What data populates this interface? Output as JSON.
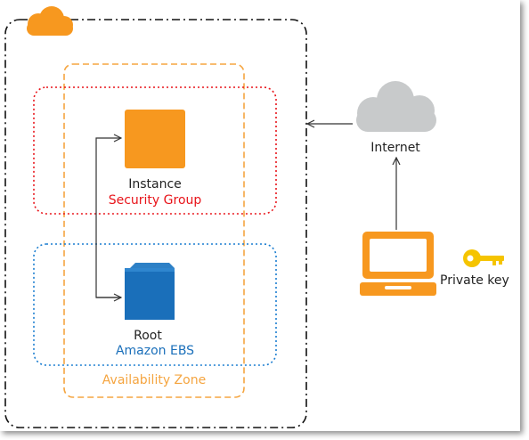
{
  "instance": {
    "label": "Instance",
    "security_group_label": "Security Group"
  },
  "ebs": {
    "label": "Root",
    "sublabel": "Amazon EBS"
  },
  "availability_zone": {
    "label": "Availability Zone"
  },
  "internet": {
    "label": "Internet"
  },
  "client": {
    "key_label": "Private key"
  },
  "colors": {
    "aws_orange": "#f7981f",
    "security_red": "#e8141a",
    "ebs_blue": "#1a6fba",
    "az_orange": "#f5a540",
    "cloud_gray": "#c8cacb",
    "key_yellow": "#f5c400",
    "line_dark": "#333333",
    "text_dark": "#222222"
  },
  "icons": {
    "aws_cloud": "aws-cloud-icon",
    "instance": "instance-icon",
    "ebs_volume": "ebs-volume-icon",
    "internet_cloud": "internet-cloud-icon",
    "laptop": "laptop-icon",
    "key": "key-icon"
  }
}
